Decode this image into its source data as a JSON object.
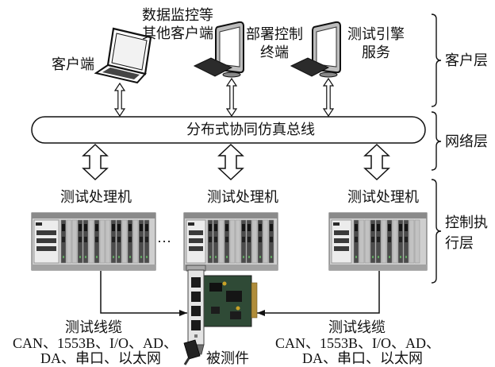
{
  "client_layer": {
    "client_label": "客户端",
    "monitoring_label": [
      "数据监控等",
      "其他客户端"
    ],
    "deploy_label": [
      "部署控制",
      "终端"
    ],
    "engine_label": [
      "测试引擎",
      "服务"
    ],
    "devices": [
      {
        "icon": "laptop-icon"
      },
      {
        "icon": "desktop-computer-icon"
      },
      {
        "icon": "desktop-computer-icon"
      }
    ]
  },
  "network_layer": {
    "bus_label": "分布式协同仿真总线"
  },
  "control_layer": {
    "processors": [
      {
        "label": "测试处理机",
        "icon": "pxi-chassis-icon"
      },
      {
        "label": "测试处理机",
        "icon": "pxi-chassis-icon"
      },
      {
        "label": "测试处理机",
        "icon": "pxi-chassis-icon"
      }
    ],
    "more_indicator": "…"
  },
  "cables": [
    {
      "title": "测试线缆",
      "lines": [
        "CAN、1553B、I/O、AD、",
        "DA、串口、以太网"
      ]
    },
    {
      "title": "测试线缆",
      "lines": [
        "CAN、1553B、I/O、AD、",
        "DA、串口、以太网"
      ]
    }
  ],
  "device_under_test": {
    "label": "被测件",
    "icon": "pxi-card-icon"
  },
  "layers": [
    {
      "lines": [
        "客户层"
      ]
    },
    {
      "lines": [
        "网络层"
      ]
    },
    {
      "lines": [
        "控制执",
        "行层"
      ]
    }
  ],
  "colors": {
    "ink": "#111111",
    "paper": "#ffffff",
    "chassis_panel": "#cfcfcf",
    "pcb": "#2f4a36",
    "edge_connector": "#b08d3a"
  }
}
